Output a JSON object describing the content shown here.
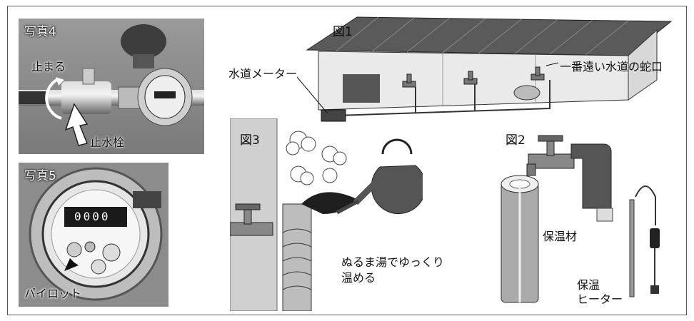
{
  "photo4": {
    "title": "写真4",
    "label_stop": "止まる",
    "label_valve": "止水栓"
  },
  "photo5": {
    "title": "写真5",
    "label_pilot": "パイロット",
    "meter_digits": "0000"
  },
  "figure1": {
    "title": "図1",
    "label_meter": "水道メーター",
    "label_far_tap": "一番遠い水道の蛇口"
  },
  "figure3": {
    "title": "図3",
    "caption_line1": "ぬるま湯でゆっくり",
    "caption_line2": "温める"
  },
  "figure2": {
    "title": "図2",
    "label_insulation": "保温材",
    "label_heater_line1": "保温",
    "label_heater_line2": "ヒーター"
  }
}
